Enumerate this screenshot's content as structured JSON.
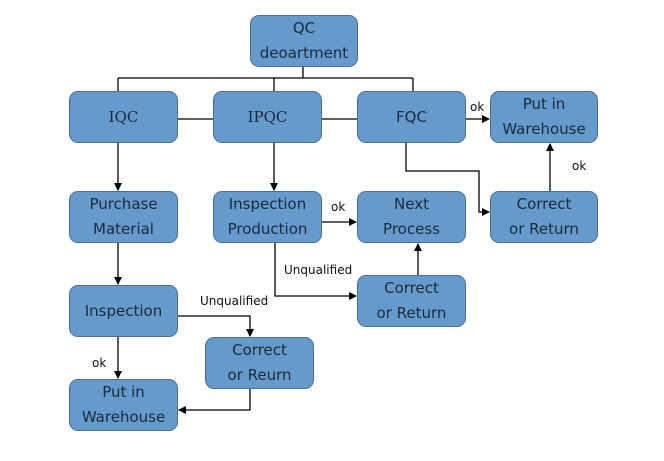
{
  "diagram": {
    "nodes": {
      "qc": {
        "lines": [
          "QC",
          "deoartment"
        ]
      },
      "iqc": {
        "lines": [
          "IQC"
        ]
      },
      "ipqc": {
        "lines": [
          "IPQC"
        ]
      },
      "fqc": {
        "lines": [
          "FQC"
        ]
      },
      "warehouse_top": {
        "lines": [
          "Put in",
          "Warehouse"
        ]
      },
      "purchase": {
        "lines": [
          "Purchase",
          "Material"
        ]
      },
      "insp_prod": {
        "lines": [
          "Inspection",
          "Production"
        ]
      },
      "next_process": {
        "lines": [
          "Next",
          "Process"
        ]
      },
      "correct_right": {
        "lines": [
          "Correct",
          "or Return"
        ]
      },
      "correct_mid": {
        "lines": [
          "Correct",
          "or Return"
        ]
      },
      "inspection": {
        "lines": [
          "Inspection"
        ]
      },
      "correct_left": {
        "lines": [
          "Correct",
          "or Reurn"
        ]
      },
      "warehouse_bottom": {
        "lines": [
          "Put in",
          "Warehouse"
        ]
      }
    },
    "edge_labels": {
      "fqc_ok": "ok",
      "correct_right_ok": "ok",
      "insp_prod_ok": "ok",
      "insp_prod_unqualified": "Unqualified",
      "inspection_unqualified": "Unqualified",
      "inspection_ok": "ok"
    },
    "colors": {
      "node_fill": "#6699cc",
      "node_border": "#4f6f92",
      "line": "#000000"
    }
  }
}
